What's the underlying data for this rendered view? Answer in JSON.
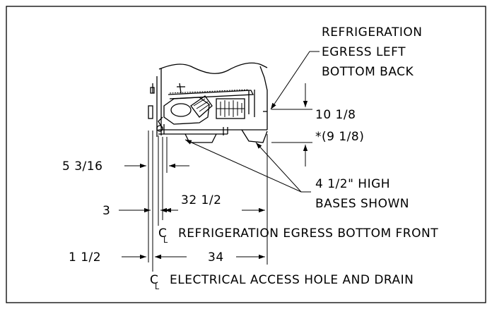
{
  "labels": {
    "refrigeration_egress_left": [
      "REFRIGERATION",
      "EGRESS LEFT",
      "BOTTOM BACK"
    ],
    "dim_height_primary": "10 1/8",
    "dim_height_alt": "*(9 1/8)",
    "bases_note": [
      "4 1/2\" HIGH",
      "BASES SHOWN"
    ],
    "dim_5_3_16": "5 3/16",
    "dim_32_1_2": "32 1/2",
    "dim_3": "3",
    "refrigeration_egress_front": "REFRIGERATION EGRESS BOTTOM FRONT",
    "dim_1_1_2": "1 1/2",
    "dim_34": "34",
    "electrical_access": "ELECTRICAL ACCESS HOLE AND DRAIN",
    "centerline_symbol": "C",
    "centerline_sub": "L"
  }
}
